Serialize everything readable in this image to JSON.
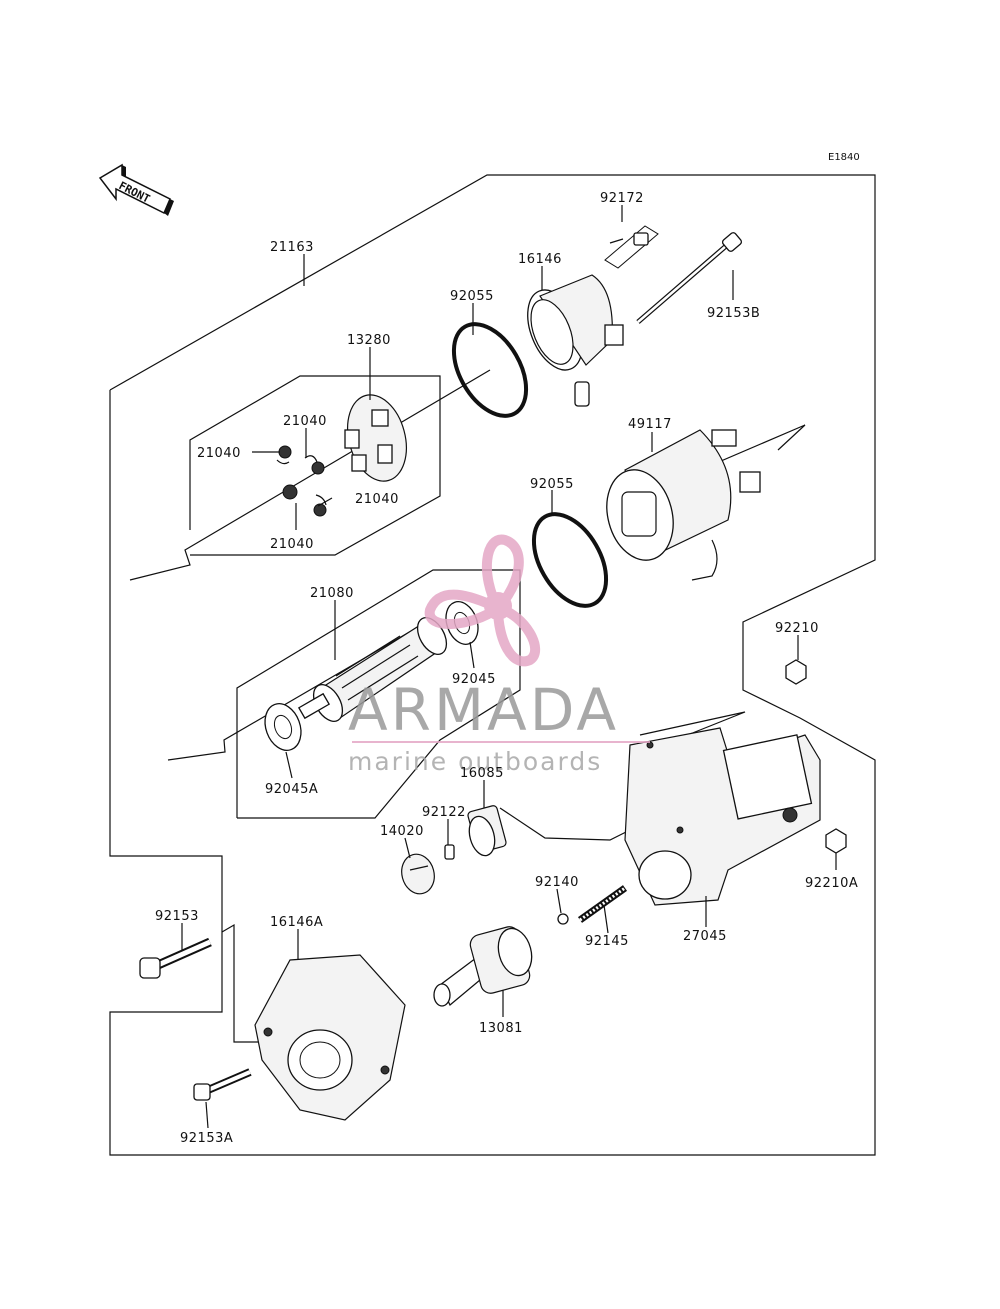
{
  "diagram": {
    "code": "E1840",
    "front_label": "FRONT",
    "watermark": {
      "brand": "ARMADA",
      "tagline": "marine outboards",
      "colors": {
        "pink": "#e5a8c6",
        "gray": "#9a9a9a"
      }
    },
    "parts": [
      {
        "id": "21163",
        "label": "21163"
      },
      {
        "id": "92172",
        "label": "92172"
      },
      {
        "id": "16146",
        "label": "16146"
      },
      {
        "id": "92055-top",
        "label": "92055"
      },
      {
        "id": "92153B",
        "label": "92153B"
      },
      {
        "id": "13280",
        "label": "13280"
      },
      {
        "id": "21040-a",
        "label": "21040"
      },
      {
        "id": "21040-b",
        "label": "21040"
      },
      {
        "id": "21040-c",
        "label": "21040"
      },
      {
        "id": "21040-d",
        "label": "21040"
      },
      {
        "id": "49117",
        "label": "49117"
      },
      {
        "id": "92055-mid",
        "label": "92055"
      },
      {
        "id": "21080",
        "label": "21080"
      },
      {
        "id": "92045",
        "label": "92045"
      },
      {
        "id": "92045A",
        "label": "92045A"
      },
      {
        "id": "92210",
        "label": "92210"
      },
      {
        "id": "16085",
        "label": "16085"
      },
      {
        "id": "92122",
        "label": "92122"
      },
      {
        "id": "14020",
        "label": "14020"
      },
      {
        "id": "92210A",
        "label": "92210A"
      },
      {
        "id": "92140",
        "label": "92140"
      },
      {
        "id": "92145",
        "label": "92145"
      },
      {
        "id": "27045",
        "label": "27045"
      },
      {
        "id": "92153",
        "label": "92153"
      },
      {
        "id": "16146A",
        "label": "16146A"
      },
      {
        "id": "13081",
        "label": "13081"
      },
      {
        "id": "92153A",
        "label": "92153A"
      }
    ]
  }
}
